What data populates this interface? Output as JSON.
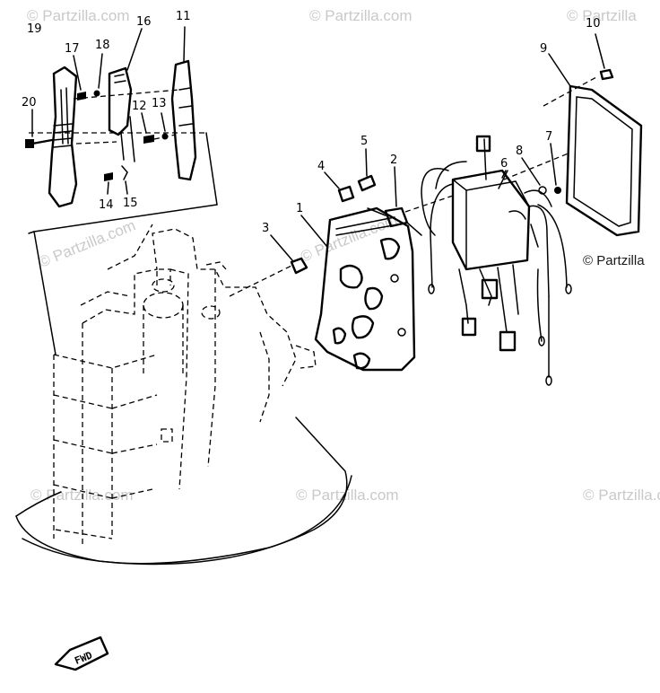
{
  "watermark": "© Partzilla.com",
  "watermark_short": "© Partzilla",
  "fwd_label": "FWD",
  "callouts": [
    {
      "id": "c1",
      "text": "1"
    },
    {
      "id": "c2",
      "text": "2"
    },
    {
      "id": "c3",
      "text": "3"
    },
    {
      "id": "c4",
      "text": "4"
    },
    {
      "id": "c5",
      "text": "5"
    },
    {
      "id": "c6",
      "text": "6"
    },
    {
      "id": "c7",
      "text": "7"
    },
    {
      "id": "c8",
      "text": "8"
    },
    {
      "id": "c9",
      "text": "9"
    },
    {
      "id": "c10",
      "text": "10"
    },
    {
      "id": "c11",
      "text": "11"
    },
    {
      "id": "c12",
      "text": "12"
    },
    {
      "id": "c13",
      "text": "13"
    },
    {
      "id": "c14",
      "text": "14"
    },
    {
      "id": "c15",
      "text": "15"
    },
    {
      "id": "c16",
      "text": "16"
    },
    {
      "id": "c17",
      "text": "17"
    },
    {
      "id": "c18",
      "text": "18"
    },
    {
      "id": "c19",
      "text": "19"
    },
    {
      "id": "c20",
      "text": "20"
    }
  ]
}
